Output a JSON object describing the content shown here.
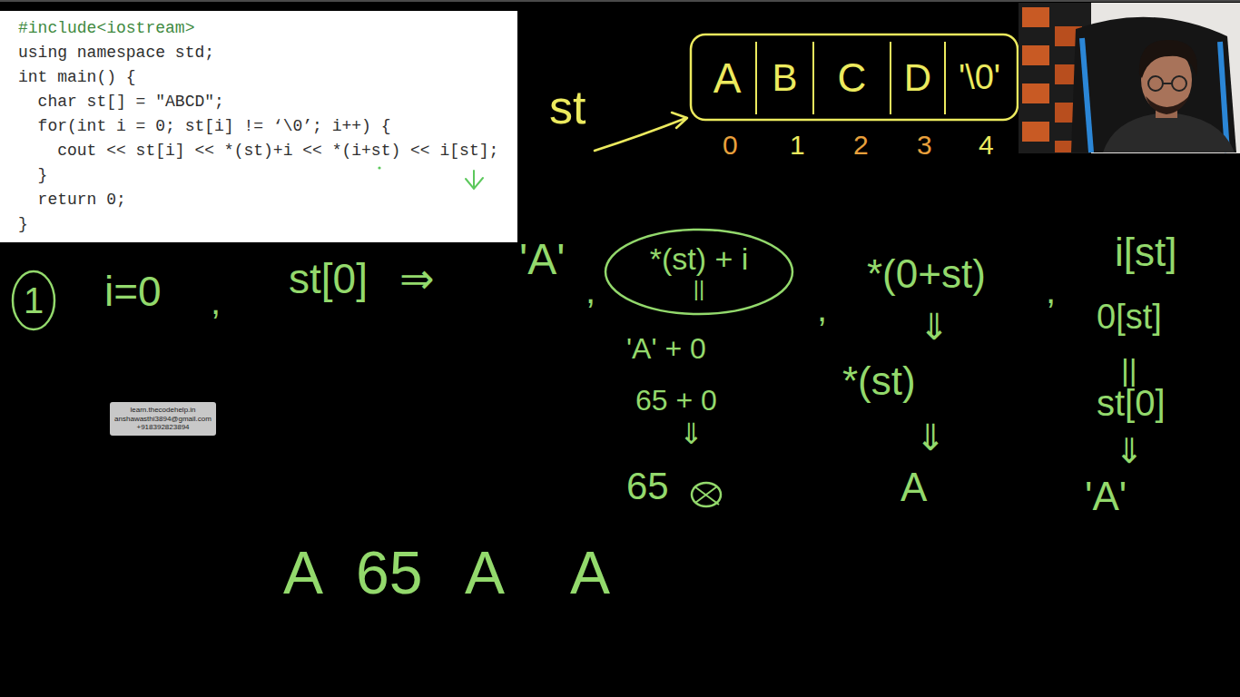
{
  "diagram": {
    "nodes": [
      {
        "text": [
          "#include<iostream>",
          "using namespace std;",
          "int main() {",
          "  char st[] = \"ABCD\";",
          "  for(int i = 0; st[i] != ‘\\0’; i++) {",
          "    cout << st[i] << *(st)+i << *(i+st) << i[st];",
          "  }",
          "  return 0;",
          "}"
        ]
      },
      {
        "text": [
          "A"
        ]
      },
      {
        "text": [
          "B"
        ]
      },
      {
        "text": [
          "C"
        ]
      },
      {
        "text": [
          "D"
        ]
      },
      {
        "text": [
          "'\\0'"
        ]
      },
      {
        "text": [
          "1"
        ]
      },
      {
        "text": [
          "*(st) + i",
          "||"
        ]
      },
      {
        "text": [
          "learn.thecodehelp.in",
          "anshawasthi3894@gmail.com",
          "+918392823894"
        ]
      }
    ],
    "labels": [
      "st",
      "0",
      "1",
      "2",
      "3",
      "4",
      "i=0",
      ",",
      "st[0]",
      "⇒",
      "'A'",
      ",",
      "'A' + 0",
      "65 + 0",
      "⇓",
      "65",
      ",",
      "*(0+st)",
      "⇓",
      "*(st)",
      "⇓",
      "A",
      ",",
      "i[st]",
      "0[st]",
      "||",
      "st[0]",
      "⇓",
      "'A'",
      "A",
      "65",
      "A",
      "A"
    ]
  }
}
